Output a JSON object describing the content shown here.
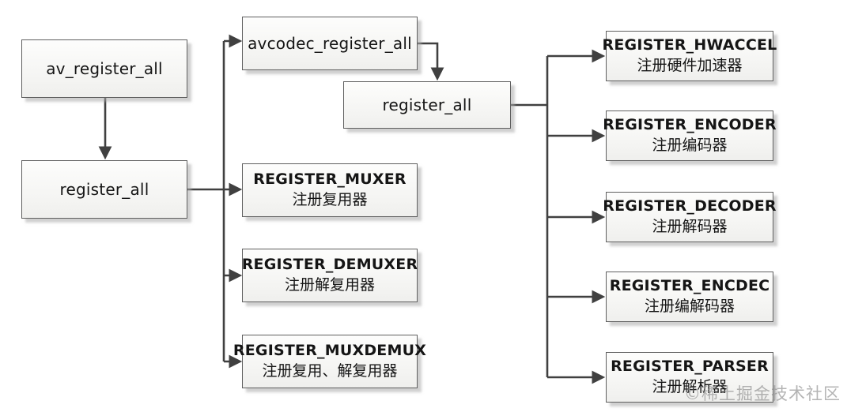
{
  "diagram": {
    "type": "flowchart",
    "topic": "FFmpeg register functions call graph",
    "colors": {
      "background": "#ffffff",
      "line": "#404040",
      "box_border": "#5f5f5f",
      "box_fill": "#f6f6f4",
      "text": "#151515",
      "watermark": "#8c8c8c"
    },
    "nodes": {
      "av": {
        "label": "av_register_all"
      },
      "reg_left": {
        "label": "register_all"
      },
      "avcodec": {
        "label": "avcodec_register_all"
      },
      "reg_mid": {
        "label": "register_all"
      },
      "muxer": {
        "label": "REGISTER_MUXER",
        "desc": "注册复用器"
      },
      "demuxer": {
        "label": "REGISTER_DEMUXER",
        "desc": "注册解复用器"
      },
      "muxdemux": {
        "label": "REGISTER_MUXDEMUX",
        "desc": "注册复用、解复用器"
      },
      "hwaccel": {
        "label": "REGISTER_HWACCEL",
        "desc": "注册硬件加速器"
      },
      "encoder": {
        "label": "REGISTER_ENCODER",
        "desc": "注册编码器"
      },
      "decoder": {
        "label": "REGISTER_DECODER",
        "desc": "注册解码器"
      },
      "encdec": {
        "label": "REGISTER_ENCDEC",
        "desc": "注册编解码器"
      },
      "parser": {
        "label": "REGISTER_PARSER",
        "desc": "注册解析器"
      }
    },
    "edges": [
      "av_register_all -> register_all",
      "register_all -> avcodec_register_all",
      "register_all -> REGISTER_MUXER",
      "register_all -> REGISTER_DEMUXER",
      "register_all -> REGISTER_MUXDEMUX",
      "avcodec_register_all -> register_all(2)",
      "register_all(2) -> REGISTER_HWACCEL",
      "register_all(2) -> REGISTER_ENCODER",
      "register_all(2) -> REGISTER_DECODER",
      "register_all(2) -> REGISTER_ENCDEC",
      "register_all(2) -> REGISTER_PARSER"
    ],
    "watermark": "©稀土掘金技术社区"
  }
}
